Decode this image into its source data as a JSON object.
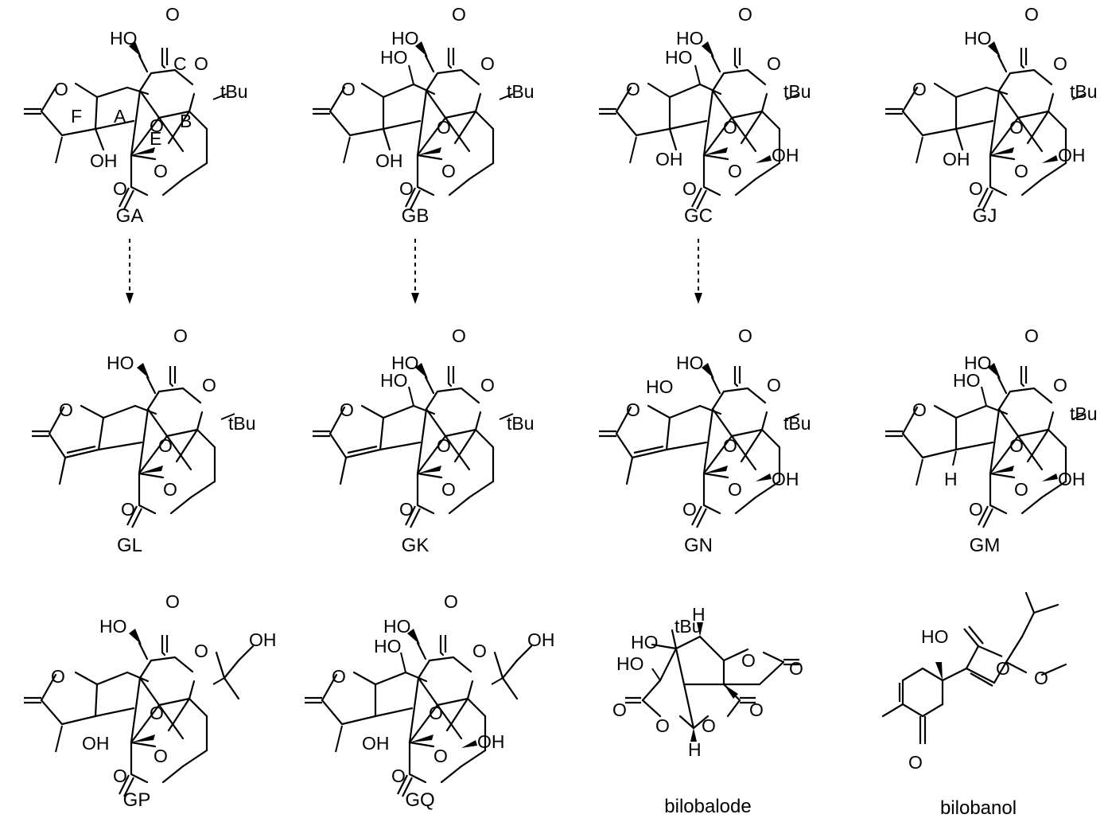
{
  "compounds": {
    "ga": {
      "name": "GA",
      "labels": {
        "ho": "HO",
        "oh": "OH",
        "tbu": "tBu",
        "o": "O",
        "ring_a": "A",
        "ring_b": "B",
        "ring_c": "C",
        "ring_e": "E",
        "ring_f": "F"
      }
    },
    "gb": {
      "name": "GB",
      "labels": {
        "ho1": "HO",
        "ho2": "HO",
        "oh": "OH",
        "tbu": "tBu",
        "o": "O"
      }
    },
    "gc": {
      "name": "GC",
      "labels": {
        "ho1": "HO",
        "ho2": "HO",
        "oh1": "OH",
        "oh2": "OH",
        "tbu": "tBu",
        "o": "O"
      }
    },
    "gj": {
      "name": "GJ",
      "labels": {
        "ho": "HO",
        "oh1": "OH",
        "oh2": "OH",
        "tbu": "tBu",
        "o": "O"
      }
    },
    "gl": {
      "name": "GL",
      "labels": {
        "ho": "HO",
        "tbu": "tBu",
        "o": "O"
      }
    },
    "gk": {
      "name": "GK",
      "labels": {
        "ho1": "HO",
        "ho2": "HO",
        "tbu": "tBu",
        "o": "O"
      }
    },
    "gn": {
      "name": "GN",
      "labels": {
        "ho1": "HO",
        "ho2": "HO",
        "oh": "OH",
        "tbu": "tBu",
        "o": "O"
      }
    },
    "gm": {
      "name": "GM",
      "labels": {
        "ho1": "HO",
        "ho2": "HO",
        "oh": "OH",
        "h": "H",
        "tbu": "tBu",
        "o": "O"
      }
    },
    "gp": {
      "name": "GP",
      "labels": {
        "ho": "HO",
        "oh1": "OH",
        "oh2": "OH",
        "o": "O"
      }
    },
    "gq": {
      "name": "GQ",
      "labels": {
        "ho1": "HO",
        "ho2": "HO",
        "oh1": "OH",
        "oh2": "OH",
        "oh3": "OH",
        "o": "O"
      }
    },
    "bilobalode": {
      "name": "bilobalode",
      "labels": {
        "tbu": "tBu",
        "ho1": "HO",
        "ho2": "HO",
        "h1": "H",
        "h2": "H",
        "o": "O"
      }
    },
    "bilobanol": {
      "name": "bilobanol",
      "labels": {
        "ho": "HO",
        "o": "O"
      }
    }
  },
  "arrows": [
    {
      "from": "GA",
      "to": "GL",
      "style": "dashed"
    },
    {
      "from": "GB",
      "to": "GK",
      "style": "dashed"
    },
    {
      "from": "GC",
      "to": "GN",
      "style": "dashed"
    }
  ]
}
